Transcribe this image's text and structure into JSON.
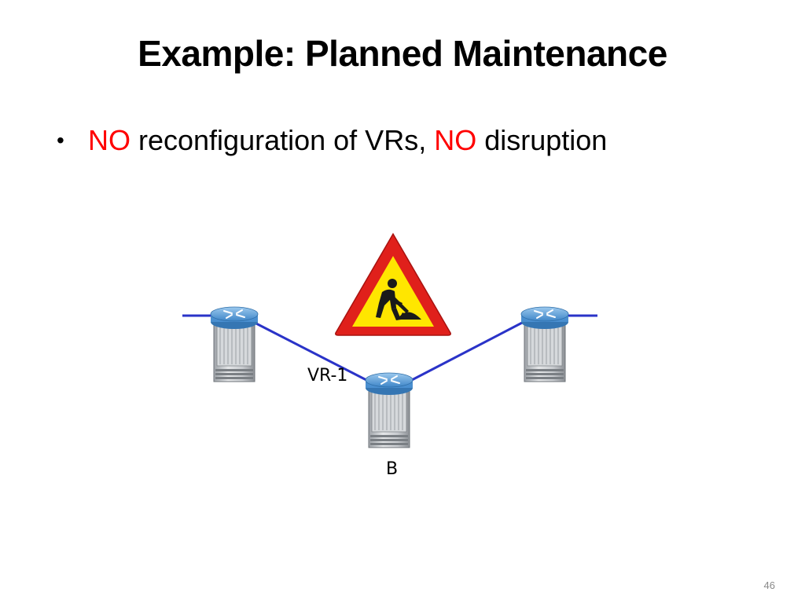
{
  "slide": {
    "title": "Example: Planned Maintenance",
    "bullet": {
      "segments": [
        "NO",
        " reconfiguration of VRs, ",
        "NO",
        " disruption"
      ],
      "highlight_color": "#ff0000"
    },
    "page_number": "46"
  },
  "diagram": {
    "link_color": "#2a33c8",
    "nodes": {
      "left_router": {
        "label": ""
      },
      "center_router": {
        "label": "B"
      },
      "right_router": {
        "label": ""
      }
    },
    "virtual_router_label": "VR-1",
    "sign": {
      "icon": "roadwork-warning-icon",
      "colors": {
        "border": "#e0201b",
        "fill": "#ffe600",
        "figure": "#1a1a1a"
      }
    }
  }
}
